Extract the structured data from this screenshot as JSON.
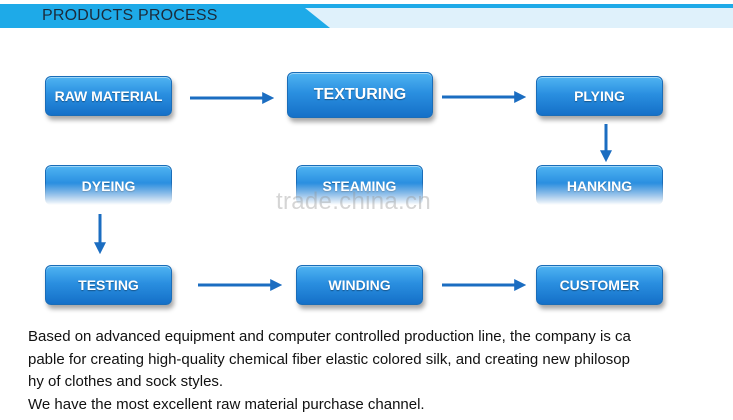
{
  "header": {
    "title": "PRODUCTS PROCESS"
  },
  "colors": {
    "accent": "#1eaae8",
    "box": "#2a8fe0",
    "arrow": "#1b6dc1"
  },
  "steps": {
    "raw_material": "RAW MATERIAL",
    "texturing": "TEXTURING",
    "plying": "PLYING",
    "dyeing": "DYEING",
    "steaming": "STEAMING",
    "hanking": "HANKING",
    "testing": "TESTING",
    "winding": "WINDING",
    "customer": "CUSTOMER"
  },
  "flow": [
    [
      "raw_material",
      "texturing"
    ],
    [
      "texturing",
      "plying"
    ],
    [
      "plying",
      "hanking"
    ],
    [
      "dyeing",
      "testing"
    ],
    [
      "testing",
      "winding"
    ],
    [
      "winding",
      "customer"
    ]
  ],
  "watermark": "trade.china.cn",
  "description": {
    "line1": "Based on advanced equipment and computer controlled production line, the company is ca",
    "line2": "pable for creating high-quality chemical fiber elastic colored silk, and creating new philosop",
    "line3": "hy of clothes and sock styles.",
    "line4": "We have the most excellent raw material purchase channel."
  }
}
